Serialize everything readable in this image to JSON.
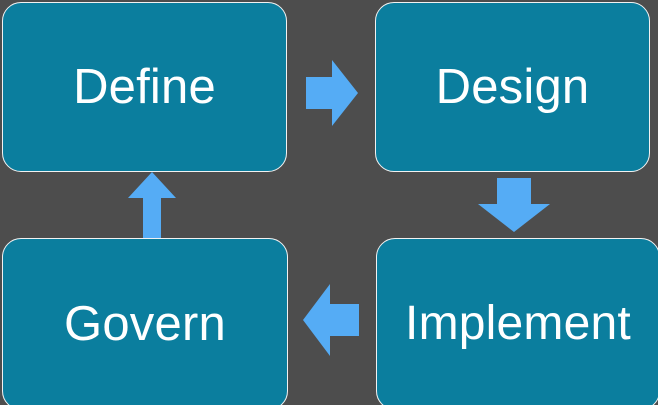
{
  "diagram": {
    "title": "Define - Design - Implement - Govern cycle",
    "type": "cycle-flow",
    "background_color": "#4d4d4d",
    "box_fill_color": "#0b7e9e",
    "box_border_color": "#f2f2f2",
    "arrow_color": "#55acf5",
    "label_color": "#ffffff",
    "stages": [
      {
        "id": "define",
        "label": "Define",
        "position": "top-left"
      },
      {
        "id": "design",
        "label": "Design",
        "position": "top-right"
      },
      {
        "id": "implement",
        "label": "Implement",
        "position": "bottom-right"
      },
      {
        "id": "govern",
        "label": "Govern",
        "position": "bottom-left"
      }
    ],
    "arrows": [
      {
        "id": "define-to-design",
        "direction": "right",
        "from": "Define",
        "to": "Design"
      },
      {
        "id": "design-to-implement",
        "direction": "down",
        "from": "Design",
        "to": "Implement"
      },
      {
        "id": "implement-to-govern",
        "direction": "left",
        "from": "Implement",
        "to": "Govern"
      },
      {
        "id": "govern-to-define",
        "direction": "up",
        "from": "Govern",
        "to": "Define"
      }
    ]
  }
}
